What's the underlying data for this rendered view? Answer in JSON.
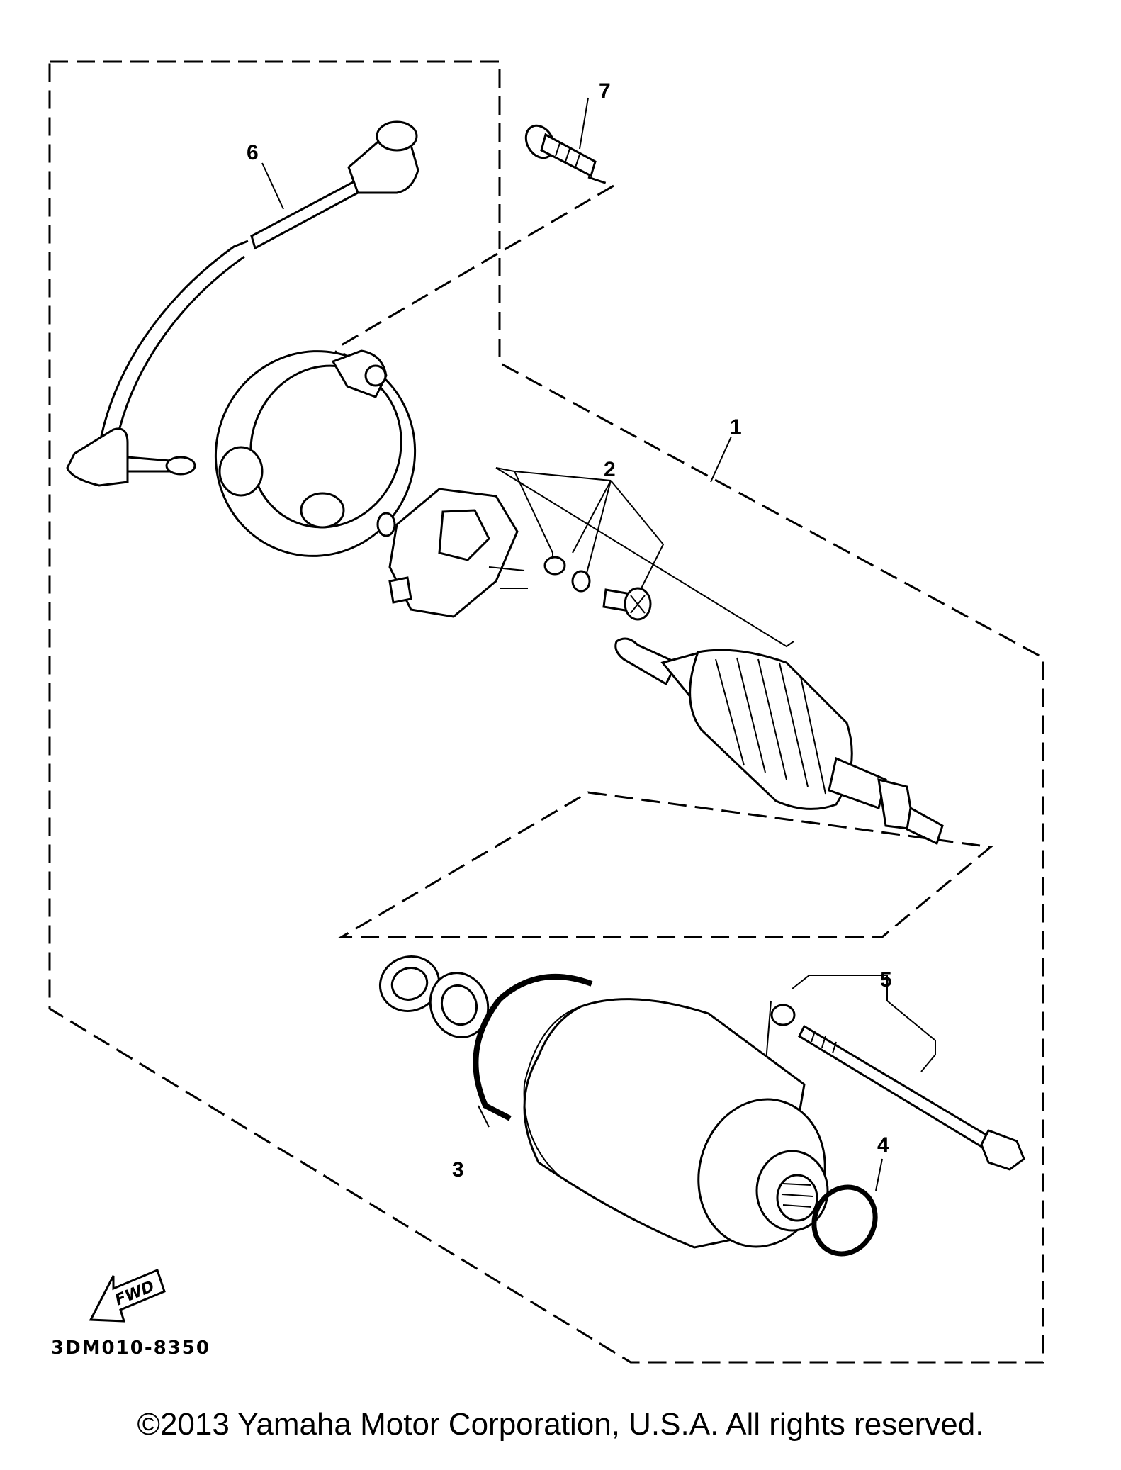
{
  "diagram": {
    "drawing_code": "3DM010-8350",
    "fwd_label": "FWD",
    "callouts": {
      "c1": "1",
      "c2": "2",
      "c3": "3",
      "c4": "4",
      "c5": "5",
      "c6": "6",
      "c7": "7"
    },
    "parts": [
      {
        "id": "1",
        "icon": "starting-motor-assembly"
      },
      {
        "id": "2",
        "icon": "brush-set"
      },
      {
        "id": "3",
        "icon": "o-ring"
      },
      {
        "id": "4",
        "icon": "o-ring"
      },
      {
        "id": "5",
        "icon": "bolt-set"
      },
      {
        "id": "6",
        "icon": "lead-wire"
      },
      {
        "id": "7",
        "icon": "bolt"
      }
    ]
  },
  "footer": {
    "copyright": "©2013 Yamaha Motor Corporation, U.S.A. All rights reserved."
  }
}
